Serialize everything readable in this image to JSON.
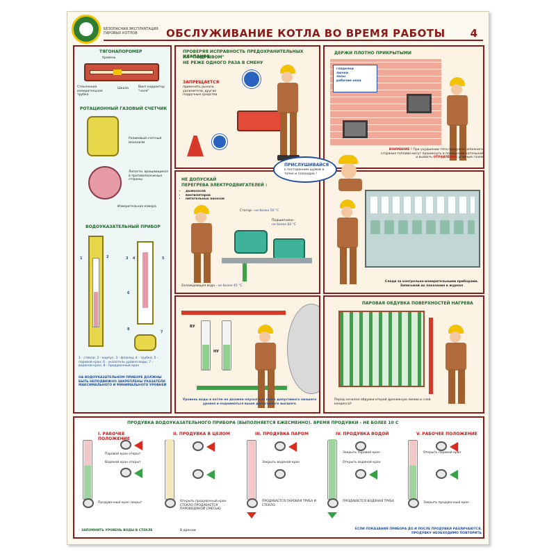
{
  "header": {
    "series": "БЕЗОПАСНАЯ ЭКСПЛУАТАЦИЯ ПАРОВЫХ КОТЛОВ",
    "title": "ОБСЛУЖИВАНИЕ КОТЛА ВО ВРЕМЯ РАБОТЫ",
    "page": "4"
  },
  "left": {
    "tyagonaporomer": {
      "title": "ТЯГОНАПОРОМЕР",
      "level": "Уровень",
      "tube": "Стеклянная измерительная трубка",
      "scale": "Шкала",
      "corrector": "Винт корректор \"ноля\""
    },
    "counter": {
      "title": "РОТАЦИОННЫЙ ГАЗОВЫЙ СЧЕТЧИК",
      "roller": "Роликовый счетный механизм",
      "blades": "Лопасти, вращающиеся в противоположные стороны",
      "chamber": "Измерительная камера"
    },
    "gauge": {
      "title": "ВОДОУКАЗАТЕЛЬНЫЙ ПРИБОР",
      "numbers": [
        "1",
        "2",
        "3",
        "4",
        "5",
        "6",
        "7",
        "8"
      ],
      "legend": "1 - стекло; 2 - корпус; 3 - фланец; 4 - трубка; 5 - паровой кран; 6 - указатель уровня воды; 7 - водяной кран; 8 - продувочный кран",
      "note": "НА ВОДОУКАЗАТЕЛЬНОМ ПРИБОРЕ ДОЛЖНЫ БЫТЬ НЕПОДВИЖНО ЗАКРЕПЛЕНЫ УКАЗАТЕЛИ МАКСИМАЛЬНОГО И МИНИМАЛЬНОГО УРОВНЕЙ"
    }
  },
  "valves": {
    "line1": "ПРОВЕРЯЯ ИСПРАВНОСТЬ ПРЕДОХРАНИТЕЛЬНЫХ КЛАПАНОВ",
    "line2": "ИХ \"ПОДРЫВОМ\"",
    "line3": "НЕ РЕЖЕ ОДНОГО РАЗА В СМЕНУ",
    "forbidden": "Запрещается",
    "forbidden_text": "применять рычаги, удлинители, другие подручные средства"
  },
  "tight": {
    "title": "ДЕРЖИ ПЛОТНО ПРИКРЫТЫМИ",
    "items": [
      "гляделки",
      "лючки",
      "лазы",
      "рабочие окна"
    ],
    "attention": "ВНИМАНИЕ !",
    "attention_text": "При ухудшении тяги продукты неполного сгорания топлива могут проникнуть в помещение котельной и вызвать",
    "poison": "ОТРАВЛЕНИЕ",
    "poison_text": "угарным газом"
  },
  "listen": {
    "title": "ПРИСЛУШИВАЙСЯ",
    "text": "к посторонним шумам в топке и газоходах !"
  },
  "motor": {
    "title1": "НЕ ДОПУСКАЙ",
    "title2": "ПЕРЕГРЕВА ЭЛЕКТРОДВИГАТЕЛЕЙ :",
    "items": [
      "дымососов",
      "вентиляторов",
      "питательных насосов"
    ],
    "stator": "Статор -",
    "stator_limit": "не более 50 °С",
    "bearings": "Подшипники -",
    "bearings_limit": "не более 60 °С",
    "water": "Охлаждающая вода -",
    "water_limit": "не более 45 °С"
  },
  "instruments": {
    "text": "Следи за контрольно-измерительными приборами. Записывай их показания в журнал"
  },
  "level": {
    "vu": "ВУ",
    "nu": "НУ",
    "text": "Уровень воды в котле не должен опускаться ниже допустимого низшего уровня и подниматься выше допустимого высшего"
  },
  "blow": {
    "title": "ПАРОВАЯ ОБДУВКА ПОВЕРХНОСТЕЙ НАГРЕВА",
    "text": "Перед началом обдувки открой дренажную линию и слей конденсат"
  },
  "bottom": {
    "title": "ПРОДУВКА ВОДОУКАЗАТЕЛЬНОГО ПРИБОРА (ВЫПОЛНЯЕТСЯ ЕЖЕСМЕННО). ВРЕМЯ ПРОДУВКИ - НЕ БОЛЕЕ 10 с",
    "stages": [
      {
        "roman": "I.",
        "label": "Рабочее положение",
        "l1": "Паровой кран открыт",
        "l2": "Водяной кран открыт",
        "l3": "Продувочный кран закрыт"
      },
      {
        "roman": "II.",
        "label": "Продувка в целом",
        "l1": "",
        "l2": "",
        "l3": "Открыть продувочный кран СТЕКЛО ПРОДУВАЕТСЯ ПАРОВОДЯНОЙ СМЕСЬЮ"
      },
      {
        "roman": "III.",
        "label": "Продувка паром",
        "l1": "",
        "l2": "Закрыть водяной кран",
        "l3": "ПРОДУВАЕТСЯ ПАРОВАЯ ТРУБА И СТЕКЛО"
      },
      {
        "roman": "IV.",
        "label": "Продувка водой",
        "l1": "Закрыть паровой кран",
        "l2": "Открыть водяной кран",
        "l3": "ПРОДУВАЕТСЯ ВОДЯНАЯ ТРУБА"
      },
      {
        "roman": "V.",
        "label": "Рабочее положение",
        "l1": "Открыть паровой кран",
        "l2": "",
        "l3": "Закрыть продувочный кран"
      }
    ],
    "remember": "ЗАПОМНИТЬ УРОВЕНЬ ВОДЫ В СТЕКЛЕ",
    "drain": "В дренаж",
    "footer": "ЕСЛИ ПОКАЗАНИЯ ПРИБОРА ДО И ПОСЛЕ ПРОДУВКИ РАЗЛИЧАЮТСЯ, ПРОДУВКУ НЕОБХОДИМО ПОВТОРИТЬ"
  }
}
